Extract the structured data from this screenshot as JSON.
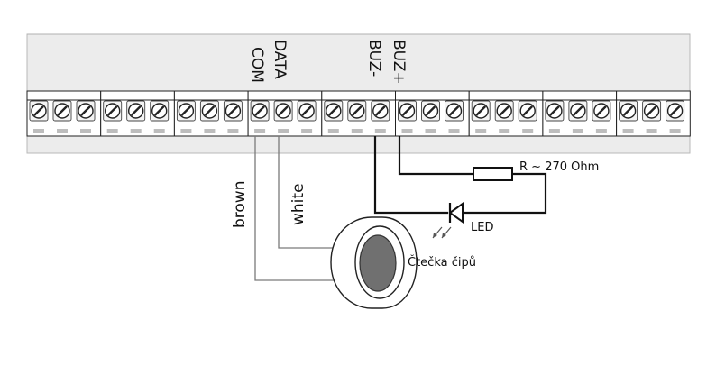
{
  "terminal_labels": {
    "data": "DATA",
    "com": "COM",
    "buz_plus": "BUZ+",
    "buz_minus": "BUZ-"
  },
  "wire_labels": {
    "brown": "brown",
    "white": "white"
  },
  "components": {
    "resistor": "R ~ 270 Ohm",
    "led": "LED",
    "reader": "Čtečka čipů"
  },
  "terminal_strip": {
    "block_count": 9,
    "screws_per_block": 3
  },
  "colors": {
    "board": "#ececec",
    "wire_thick": "#111111",
    "wire_thin": "#7a7a7a",
    "reader_face": "#707070"
  }
}
